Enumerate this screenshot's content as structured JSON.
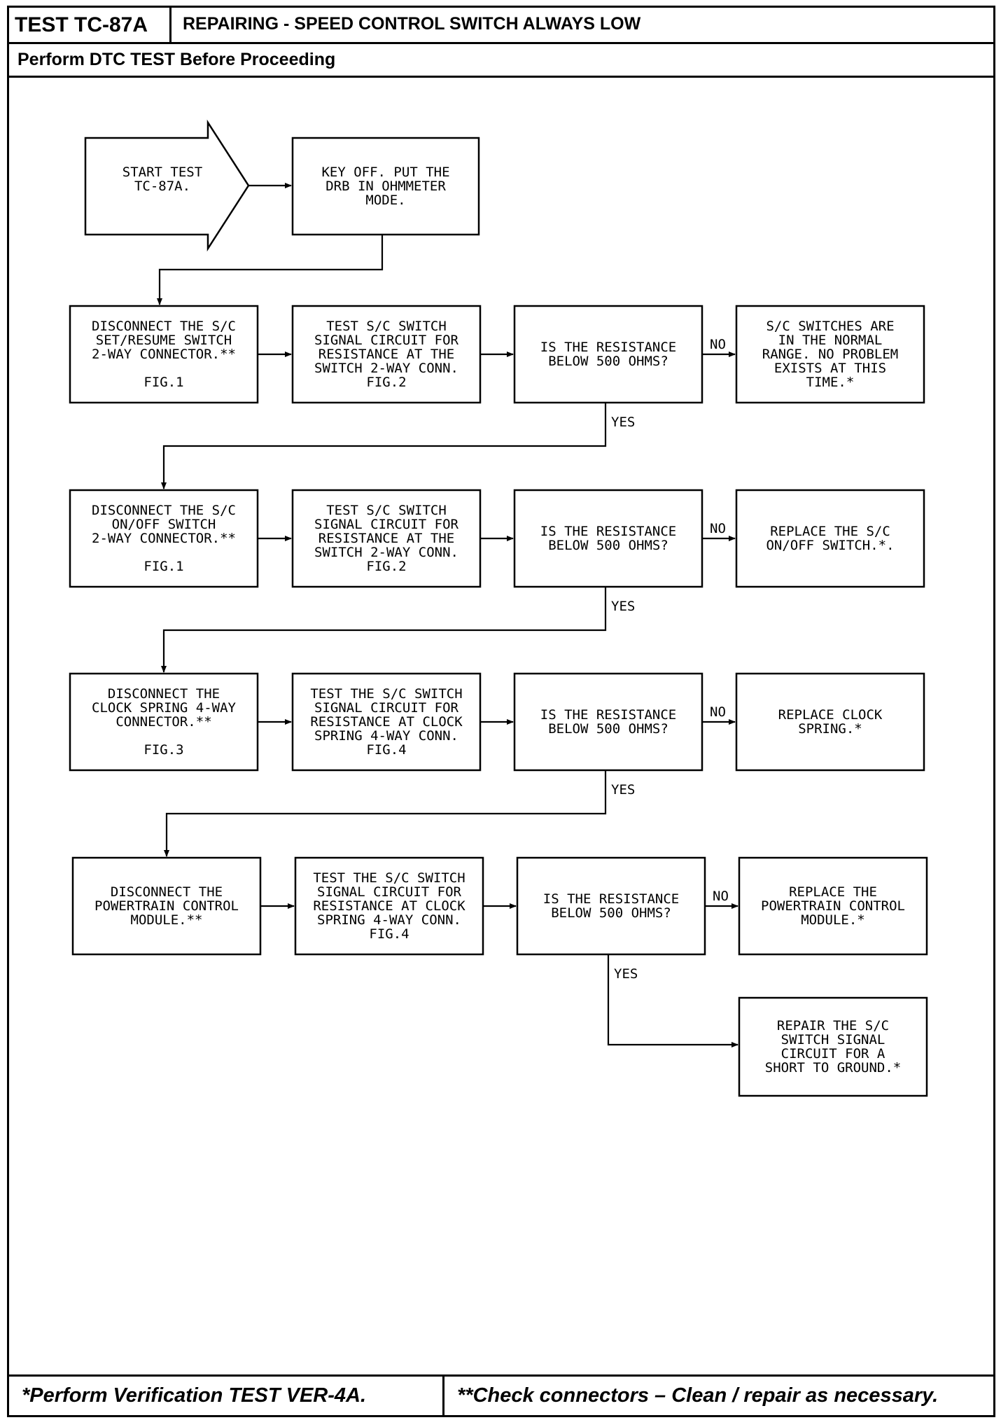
{
  "header": {
    "test_id": "TEST TC-87A",
    "title": "REPAIRING - SPEED CONTROL SWITCH ALWAYS LOW",
    "subtitle": "Perform DTC TEST Before Proceeding"
  },
  "footer": {
    "left": "*Perform Verification TEST VER-4A.",
    "right": "**Check connectors – Clean / repair as necessary."
  },
  "flow": {
    "start": [
      "START TEST",
      "TC-87A."
    ],
    "key_off": [
      "KEY OFF. PUT THE",
      "DRB IN OHMMETER",
      "MODE."
    ],
    "rows": [
      {
        "disconnect": [
          "DISCONNECT THE S/C",
          "SET/RESUME SWITCH",
          "2-WAY CONNECTOR.**",
          "",
          "FIG.1"
        ],
        "test": [
          "TEST S/C SWITCH",
          "SIGNAL CIRCUIT FOR",
          "RESISTANCE AT THE",
          "SWITCH 2-WAY CONN.",
          "FIG.2"
        ],
        "question": [
          "IS THE RESISTANCE",
          "BELOW 500 OHMS?"
        ],
        "result": [
          "S/C SWITCHES ARE",
          "IN THE NORMAL",
          "RANGE. NO PROBLEM",
          "EXISTS AT THIS",
          "TIME.*"
        ]
      },
      {
        "disconnect": [
          "DISCONNECT THE S/C",
          "ON/OFF SWITCH",
          "2-WAY CONNECTOR.**",
          "",
          "FIG.1"
        ],
        "test": [
          "TEST S/C SWITCH",
          "SIGNAL CIRCUIT FOR",
          "RESISTANCE AT THE",
          "SWITCH 2-WAY CONN.",
          "FIG.2"
        ],
        "question": [
          "IS THE RESISTANCE",
          "BELOW 500 OHMS?"
        ],
        "result": [
          "REPLACE THE S/C",
          "ON/OFF SWITCH.*."
        ]
      },
      {
        "disconnect": [
          "DISCONNECT THE",
          "CLOCK SPRING 4-WAY",
          "CONNECTOR.**",
          "",
          "FIG.3"
        ],
        "test": [
          "TEST THE S/C SWITCH",
          "SIGNAL CIRCUIT FOR",
          "RESISTANCE AT CLOCK",
          "SPRING 4-WAY CONN.",
          "FIG.4"
        ],
        "question": [
          "IS THE RESISTANCE",
          "BELOW 500 OHMS?"
        ],
        "result": [
          "REPLACE CLOCK",
          "SPRING.*"
        ]
      },
      {
        "disconnect": [
          "DISCONNECT THE",
          "POWERTRAIN CONTROL",
          "MODULE.**"
        ],
        "test": [
          "TEST THE S/C SWITCH",
          "SIGNAL CIRCUIT FOR",
          "RESISTANCE AT CLOCK",
          "SPRING 4-WAY CONN.",
          "FIG.4"
        ],
        "question": [
          "IS THE RESISTANCE",
          "BELOW 500 OHMS?"
        ],
        "result": [
          "REPLACE THE",
          "POWERTRAIN CONTROL",
          "MODULE.*"
        ]
      }
    ],
    "final": [
      "REPAIR THE S/C",
      "SWITCH SIGNAL",
      "CIRCUIT FOR A",
      "SHORT TO GROUND.*"
    ],
    "no_label": "NO",
    "yes_label": "YES"
  }
}
